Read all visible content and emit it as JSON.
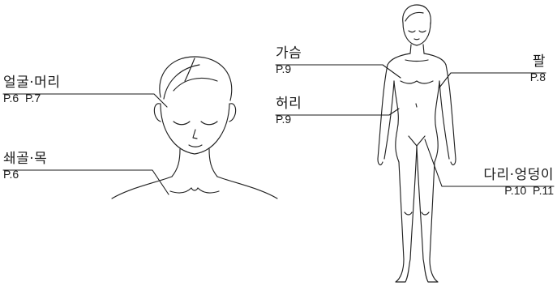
{
  "labels": {
    "face_hair": {
      "name": "얼굴·머리",
      "pages": "P.6  P.7"
    },
    "collarbone_neck": {
      "name": "쇄골·목",
      "pages": "P.6"
    },
    "chest": {
      "name": "가슴",
      "pages": "P.9"
    },
    "waist": {
      "name": "허리",
      "pages": "P.9"
    },
    "arm": {
      "name": "팔",
      "pages": "P.8"
    },
    "legs_hips": {
      "name": "다리·엉덩이",
      "pages": "P.10  P.11"
    }
  }
}
